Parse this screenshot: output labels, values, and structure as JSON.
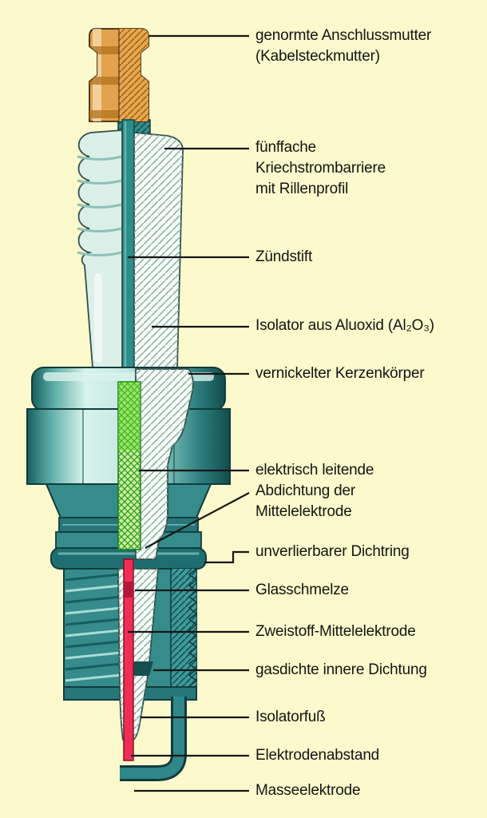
{
  "labels": [
    {
      "id": "anschlussmutter",
      "text": "genormte Anschlussmutter\n(Kabelsteckmutter)"
    },
    {
      "id": "kriechstrombarriere",
      "text": "fünffache\nKriechstrombarriere\nmit Rillenprofil"
    },
    {
      "id": "zuendstift",
      "text": "Zündstift"
    },
    {
      "id": "isolator",
      "text": "Isolator aus Aluoxid (Al₂O₃)"
    },
    {
      "id": "kerzenkoerper",
      "text": "vernickelter Kerzenkörper"
    },
    {
      "id": "abdichtung",
      "text": "elektrisch leitende\nAbdichtung der\nMittelelektrode"
    },
    {
      "id": "dichtring",
      "text": "unverlierbarer Dichtring"
    },
    {
      "id": "glasschmelze",
      "text": "Glasschmelze"
    },
    {
      "id": "mittelelektrode",
      "text": "Zweistoff-Mittelelektrode"
    },
    {
      "id": "innere-dichtung",
      "text": "gasdichte innere Dichtung"
    },
    {
      "id": "isolatorfuss",
      "text": "Isolatorfuß"
    },
    {
      "id": "elektrodenabstand",
      "text": "Elektrodenabstand"
    },
    {
      "id": "masseelektrode",
      "text": "Masseelektrode"
    }
  ],
  "colors": {
    "background": "#fcf9cd",
    "metal_teal": "#358c8a",
    "metal_dark": "#113c3c",
    "ceramic_white": "#f7fdf7",
    "nut_orange": "#e2a24e",
    "seal_green": "#cdeea0",
    "electrode_red": "#ef2e55",
    "leader_black": "#161616"
  }
}
